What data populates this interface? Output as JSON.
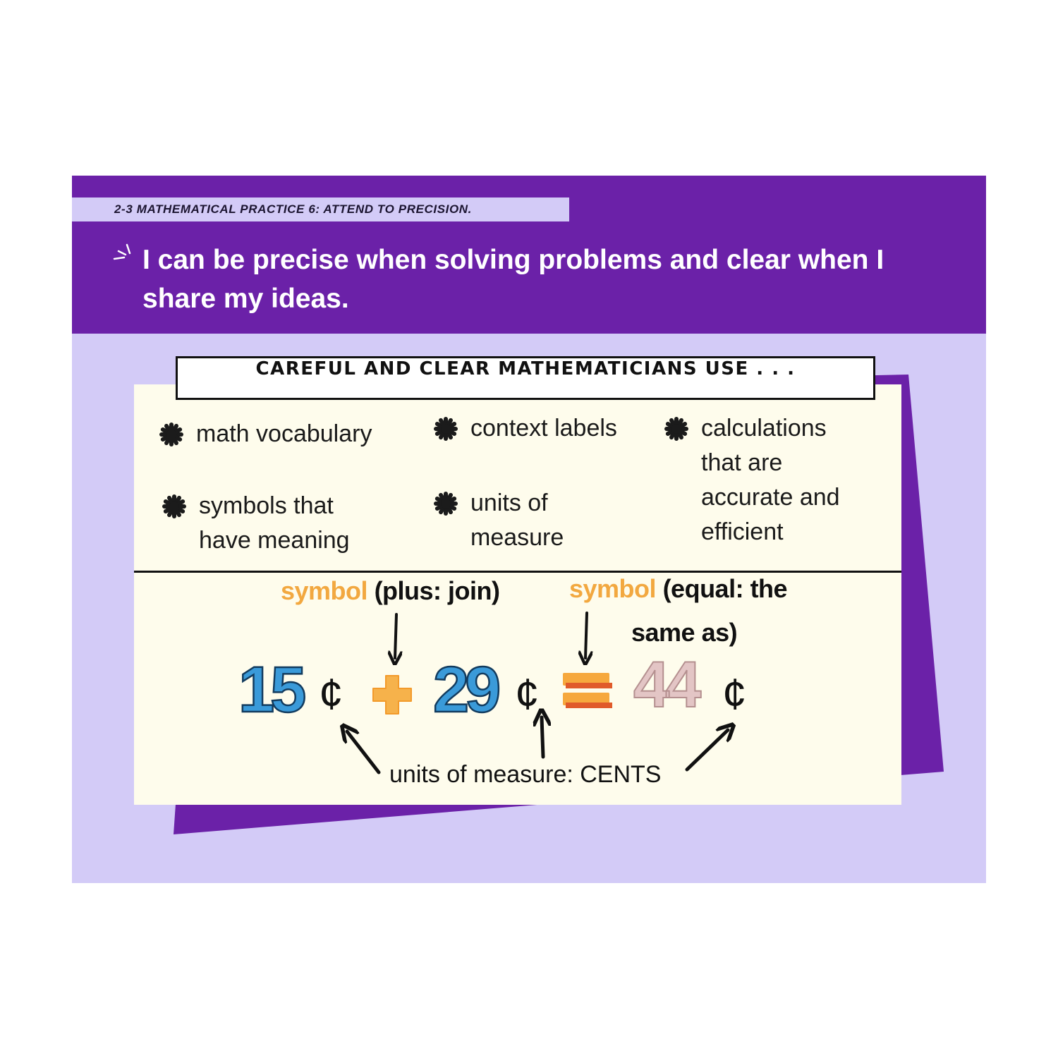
{
  "header": {
    "tag": "2-3 MATHEMATICAL PRACTICE 6: ATTEND TO PRECISION.",
    "goal_line1": "I can be precise when solving problems and clear when I",
    "goal_line2": "share my ideas."
  },
  "banner": "CAREFUL AND CLEAR MATHEMATICIANS USE . . .",
  "items": [
    {
      "lines": [
        "math vocabulary"
      ]
    },
    {
      "lines": [
        "context labels"
      ]
    },
    {
      "lines": [
        "calculations",
        "that are",
        "accurate and",
        "efficient"
      ]
    },
    {
      "lines": [
        "symbols that",
        "have meaning"
      ]
    },
    {
      "lines": [
        "units of",
        "measure"
      ]
    }
  ],
  "annotations": {
    "plus": {
      "keyword": "symbol",
      "rest": "(plus: join)"
    },
    "equal": {
      "keyword": "symbol",
      "rest_line1": "(equal: the",
      "rest_line2": "same as)"
    },
    "units": "units of measure: CENTS"
  },
  "equation": {
    "term1": "15",
    "term2": "29",
    "result": "44",
    "cent_symbol": "¢"
  },
  "colors": {
    "header_purple": "#6b21a8",
    "lavender": "#d3cbf7",
    "card_cream": "#fefcec",
    "number_blue": "#3a9ad9",
    "accent_orange": "#f2a840",
    "result_pink": "#e3c5c5"
  },
  "icons": {
    "bullet": "asterisk-star-icon",
    "spark": "sparkle-icon",
    "plus": "plus-icon",
    "equals": "equals-icon"
  }
}
